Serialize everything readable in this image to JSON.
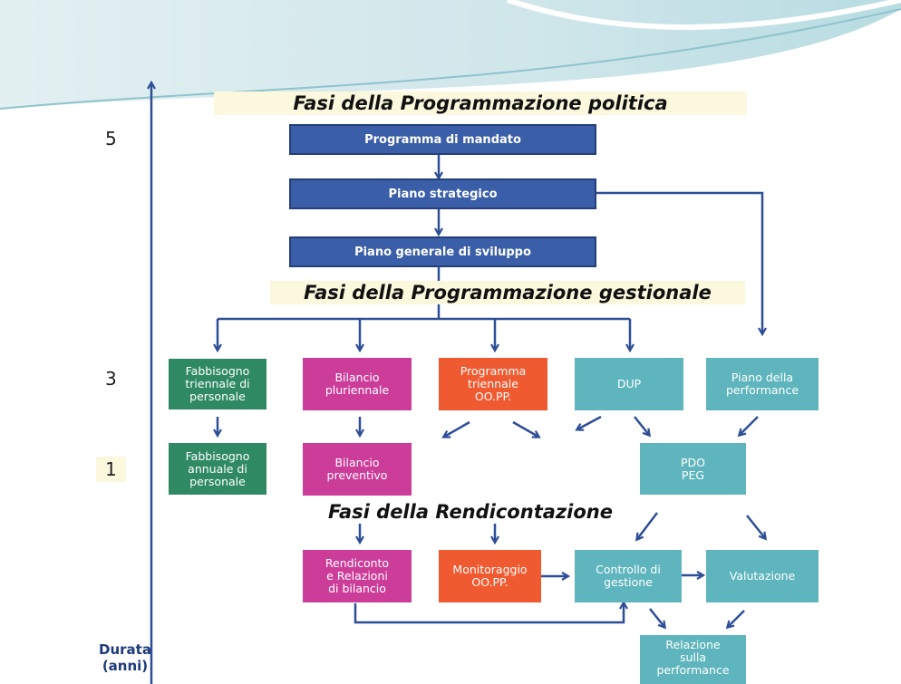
{
  "sections": {
    "political": "Fasi della Programmazione politica",
    "gestional": "Fasi della Programmazione gestionale",
    "reporting": "Fasi della Rendicontazione"
  },
  "years": {
    "five": "5",
    "three": "3",
    "one": "1"
  },
  "axis": {
    "label_line1": "Durata",
    "label_line2": "(anni)"
  },
  "boxes": {
    "programma_mandato": "Programma di mandato",
    "piano_strategico": "Piano strategico",
    "piano_generale": "Piano generale di sviluppo",
    "fabbisogno_triennale": "Fabbisogno\ntriennale di\npersonale",
    "bilancio_pluriennale": "Bilancio\npluriennale",
    "programma_triennale": "Programma\ntriennale\nOO.PP.",
    "dup": "DUP",
    "piano_performance": "Piano della\nperformance",
    "fabbisogno_annuale": "Fabbisogno\nannuale di\npersonale",
    "bilancio_preventivo": "Bilancio\npreventivo",
    "pdo_peg": "PDO\nPEG",
    "rendiconto": "Rendiconto\ne Relazioni\ndi bilancio",
    "monitoraggio": "Monitoraggio\nOO.PP.",
    "controllo": "Controllo di\ngestione",
    "valutazione": "Valutazione",
    "relazione": "Relazione\nsulla\nperformance"
  },
  "colors": {
    "blue": "#3a5ea8",
    "green": "#2f8a63",
    "magenta": "#cc3d9a",
    "orange": "#f05a30",
    "teal": "#5fb5bd",
    "arrow": "#2d4e96"
  }
}
